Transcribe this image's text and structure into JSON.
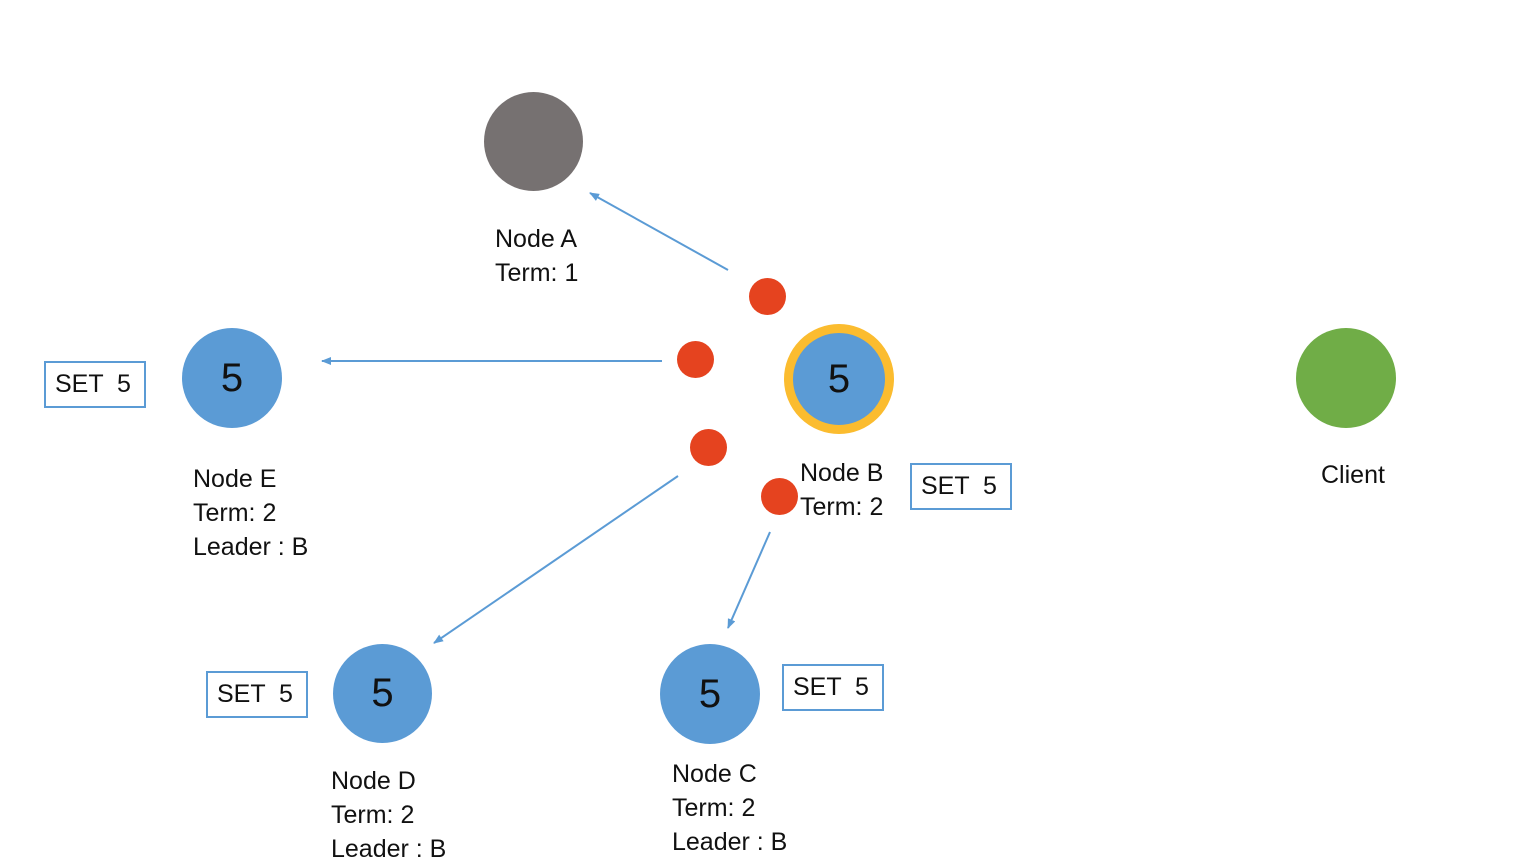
{
  "nodes": {
    "a": {
      "value": "",
      "name": "Node A",
      "term": "Term: 1"
    },
    "b": {
      "value": "5",
      "name": "Node B",
      "term": "Term: 2"
    },
    "c": {
      "value": "5",
      "name": "Node C",
      "term": "Term: 2",
      "leader": "Leader : B"
    },
    "d": {
      "value": "5",
      "name": "Node D",
      "term": "Term: 2",
      "leader": "Leader : B"
    },
    "e": {
      "value": "5",
      "name": "Node E",
      "term": "Term: 2",
      "leader": "Leader : B"
    },
    "client": {
      "name": "Client"
    }
  },
  "log_entries": {
    "b": "SET  5",
    "c": "SET  5",
    "d": "SET  5",
    "e": "SET  5"
  },
  "colors": {
    "follower": "#5b9bd5",
    "down": "#767171",
    "client": "#70ad47",
    "leader_ring": "#fbbc2f",
    "message": "#e5431f",
    "arrow": "#5b9bd5"
  }
}
